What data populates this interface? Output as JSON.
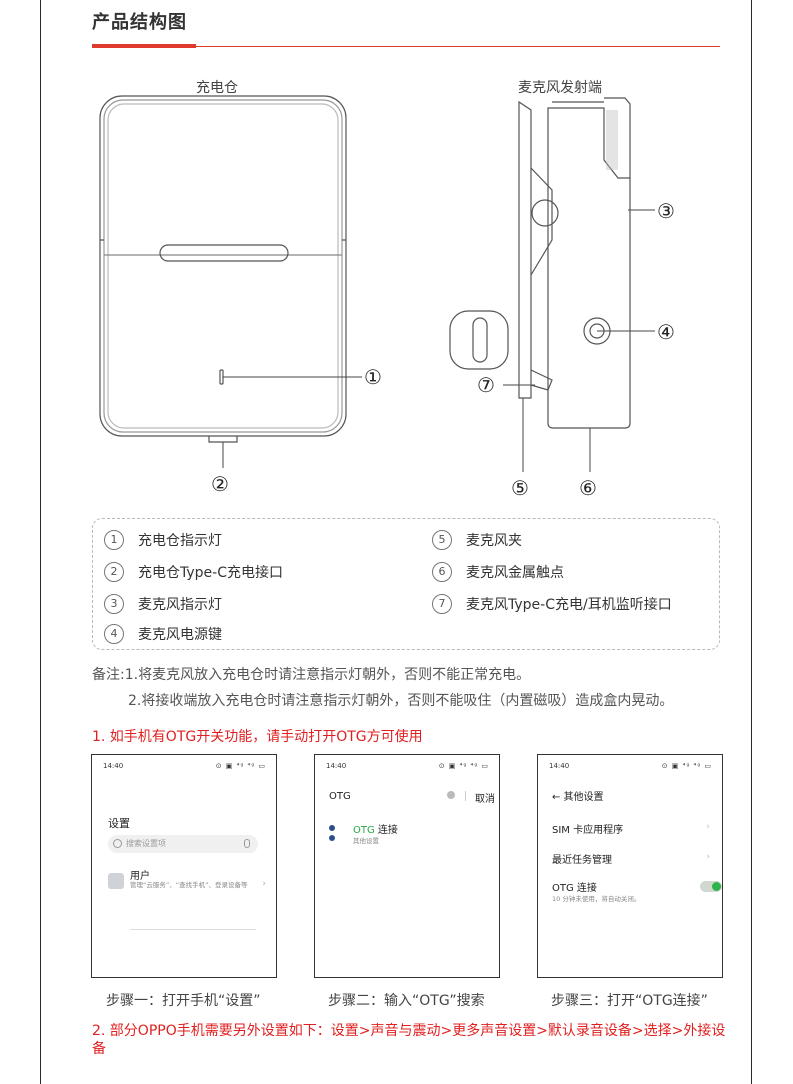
{
  "section": {
    "title": "产品结构图"
  },
  "diagram": {
    "charging_case_label": "充电仓",
    "transmitter_label": "麦克风发射端",
    "callouts": [
      "①",
      "②",
      "③",
      "④",
      "⑤",
      "⑥",
      "⑦"
    ]
  },
  "legend": {
    "items": [
      {
        "num": "1",
        "text": "充电仓指示灯"
      },
      {
        "num": "2",
        "text": "充电仓Type-C充电接口"
      },
      {
        "num": "3",
        "text": "麦克风指示灯"
      },
      {
        "num": "4",
        "text": "麦克风电源键"
      },
      {
        "num": "5",
        "text": "麦克风夹"
      },
      {
        "num": "6",
        "text": "麦克风金属触点"
      },
      {
        "num": "7",
        "text": "麦克风Type-C充电/耳机监听接口"
      }
    ]
  },
  "notes": {
    "line1": "备注:1.将麦克风放入充电仓时请注意指示灯朝外，否则不能正常充电。",
    "line2": "2.将接收端放入充电仓时请注意指示灯朝外，否则不能吸住（内置磁吸）造成盒内晃动。"
  },
  "step_heading": "1. 如手机有OTG开关功能，请手动打开OTG方可使用",
  "screens": {
    "time": "14:40",
    "status_right": "⊙ ▣ ⁴ᵍ ⁴ᵍ ▭",
    "s1": {
      "title": "设置",
      "search_placeholder": "搜索设置项",
      "user_title": "用户",
      "user_sub": "管理“云服务”、“查找手机”、登录设备等",
      "chevron": "›"
    },
    "s2": {
      "query": "OTG",
      "cancel": "取消",
      "result_hl": "OTG",
      "result_rest": " 连接",
      "result_sub": "其他设置"
    },
    "s3": {
      "back_title": "← 其他设置",
      "item1": "SIM 卡应用程序",
      "item2": "最近任务管理",
      "item3": "OTG 连接",
      "item3_sub": "10 分钟未使用，将自动关闭。",
      "chevron": "›",
      "toggle_on": true
    }
  },
  "captions": {
    "step1": "步骤一：打开手机“设置”",
    "step2": "步骤二：输入“OTG”搜索",
    "step3": "步骤三：打开“OTG连接”"
  },
  "footer_note": "2. 部分OPPO手机需要另外设置如下：设置>声音与震动>更多声音设置>默认录音设备>选择>外接设备"
}
